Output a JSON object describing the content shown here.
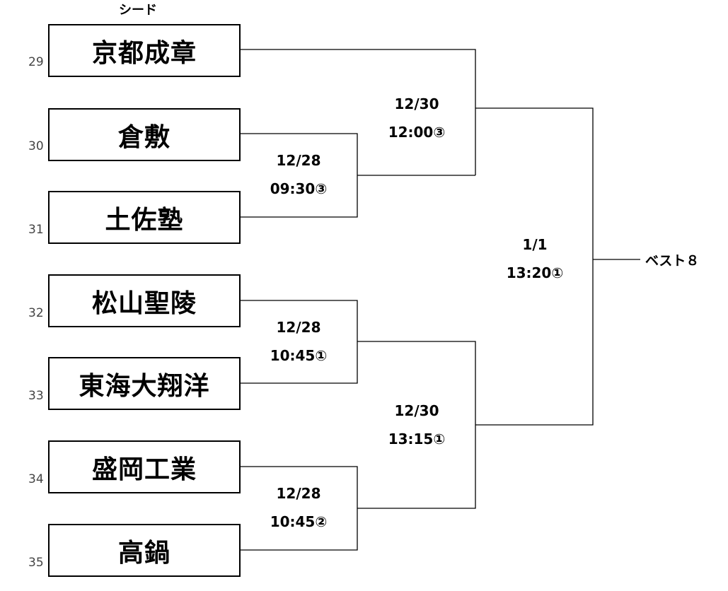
{
  "seed_label": "シード",
  "teams": [
    {
      "name": "京都成章",
      "num": "29"
    },
    {
      "name": "倉敷",
      "num": "30"
    },
    {
      "name": "土佐塾",
      "num": "31"
    },
    {
      "name": "松山聖陵",
      "num": "32"
    },
    {
      "name": "東海大翔洋",
      "num": "33"
    },
    {
      "name": "盛岡工業",
      "num": "34"
    },
    {
      "name": "高鍋",
      "num": "35"
    }
  ],
  "matches": [
    {
      "date": "12/28",
      "time": "09:30③"
    },
    {
      "date": "12/28",
      "time": "10:45①"
    },
    {
      "date": "12/28",
      "time": "10:45②"
    },
    {
      "date": "12/30",
      "time": "12:00③"
    },
    {
      "date": "12/30",
      "time": "13:15①"
    },
    {
      "date": "1/1",
      "time": "13:20①"
    }
  ],
  "result_label": "ベスト８"
}
